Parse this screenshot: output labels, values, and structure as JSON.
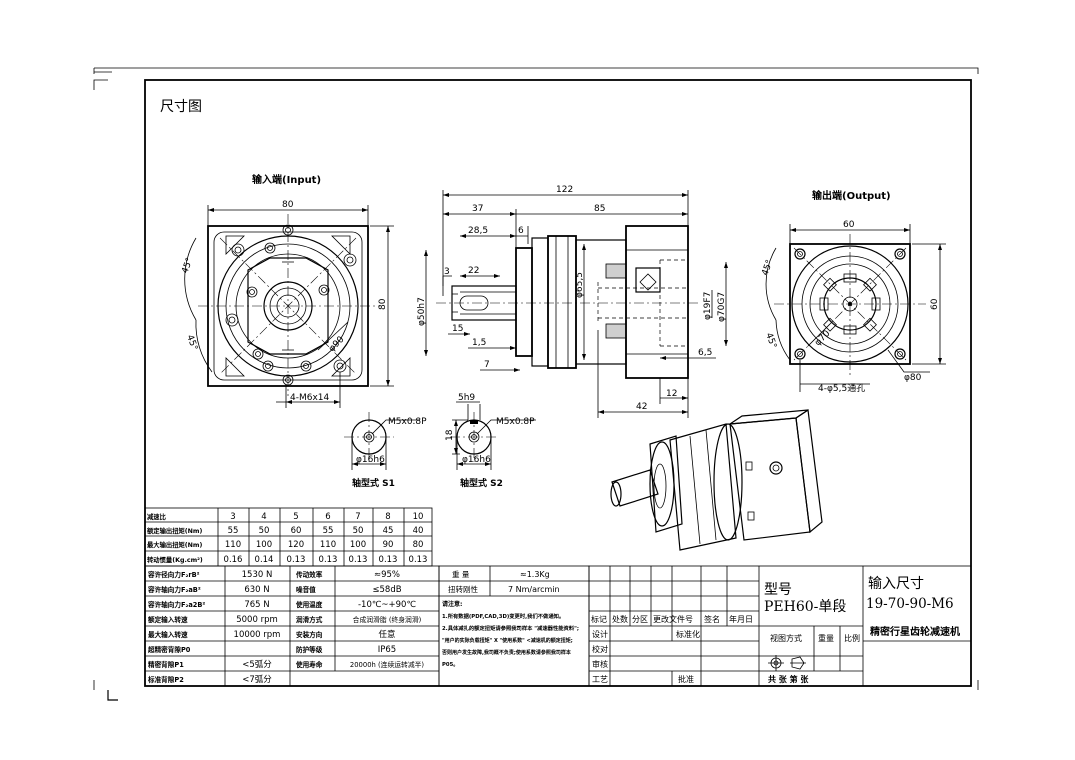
{
  "title": "尺寸图",
  "input_view": {
    "label": "输入端(Input)",
    "dim_width": "80",
    "dim_height": "80",
    "angle_top": "45°",
    "angle_bottom": "45°",
    "pcd": "φ90",
    "holes": "4-M6x14"
  },
  "side_view": {
    "dim_total": "122",
    "dim_37": "37",
    "dim_85": "85",
    "dim_28_5": "28,5",
    "dim_6": "6",
    "dim_3": "3",
    "dim_22": "22",
    "dim_15": "15",
    "dim_1_5": "1,5",
    "dim_7": "7",
    "dim_6_5": "6,5",
    "dim_12": "12",
    "dim_42": "42",
    "dia_50h7": "φ50h7",
    "dia_65_5": "φ65,5",
    "dia_19f7": "φ19F7",
    "dia_70g7": "φ70G7"
  },
  "output_view": {
    "label": "输出端(Output)",
    "dim_width": "60",
    "dim_height": "60",
    "angle_top": "45°",
    "angle_bottom": "45°",
    "pcd": "φ70",
    "outer": "φ80",
    "holes": "4-φ5,5通孔"
  },
  "shaft_s1": {
    "thread": "M5x0.8P",
    "dia": "φ16h6",
    "caption": "轴型式 S1"
  },
  "shaft_s2": {
    "key": "5h9",
    "height": "18",
    "thread": "M5x0.8P",
    "dia": "φ16h6",
    "caption": "轴型式 S2"
  },
  "ratio_table": {
    "headers": [
      "减速比",
      "3",
      "4",
      "5",
      "6",
      "7",
      "8",
      "10"
    ],
    "rows": [
      [
        "额定输出扭矩(Nm)",
        "55",
        "50",
        "60",
        "55",
        "50",
        "45",
        "40"
      ],
      [
        "最大输出扭矩(Nm)",
        "110",
        "100",
        "120",
        "110",
        "100",
        "90",
        "80"
      ],
      [
        "转动惯量(Kg.cm²)",
        "0.16",
        "0.14",
        "0.13",
        "0.13",
        "0.13",
        "0.13",
        "0.13"
      ]
    ]
  },
  "spec_table": {
    "left": [
      [
        "容许径向力F₂rB²",
        "1530 N"
      ],
      [
        "容许轴向力F₂aB²",
        "630 N"
      ],
      [
        "容许轴向力F₂a2B²",
        "765 N"
      ],
      [
        "额定输入转速",
        "5000 rpm"
      ],
      [
        "最大输入转速",
        "10000 rpm"
      ],
      [
        "超精密背隙P0",
        ""
      ],
      [
        "精密背隙P1",
        "<5弧分"
      ],
      [
        "标准背隙P2",
        "<7弧分"
      ]
    ],
    "mid": [
      [
        "传动效率",
        "≈95%"
      ],
      [
        "噪音值",
        "≤58dB"
      ],
      [
        "使用温度",
        "-10℃~+90℃"
      ],
      [
        "润滑方式",
        "合成润滑脂 (终身润滑)"
      ],
      [
        "安装方向",
        "任意"
      ],
      [
        "防护等级",
        "IP65"
      ],
      [
        "使用寿命",
        "20000h (连续运转减半)"
      ]
    ]
  },
  "notes": {
    "weight_label": "重 量",
    "weight_value": "≈1.3Kg",
    "torsion_label": "扭转刚性",
    "torsion_value": "7 Nm/arcmin",
    "note_title": "请注意:",
    "note_1": "1.所有数据(PDF,CAD,3D)变更时,我们不做通知。",
    "note_2": "2.具体减扎的额定扭矩请参照我司样本 \"减速器性能资料\";",
    "note_3": "\"用户的实际负载扭矩\" X \"使用系数\" <减速机的额定扭矩;",
    "note_4": "否则用户发生故障,我司概不负责;使用系数请参照我司样本",
    "note_5": "P05。"
  },
  "title_block": {
    "rev_headers": [
      "标记",
      "处数",
      "分区",
      "更改文件号",
      "签名",
      "年月日"
    ],
    "design": "设计",
    "standard": "标准化",
    "check": "校对",
    "review": "审核",
    "process": "工艺",
    "approve": "批准",
    "model_label": "型号",
    "model_value": "PEH60-单段",
    "view_method": "视图方式",
    "weight": "重量",
    "scale": "比例",
    "sheets": "共 张 第 张",
    "size_label": "输入尺寸",
    "size_value": "19-70-90-M6",
    "product_name": "精密行星齿轮减速机"
  }
}
